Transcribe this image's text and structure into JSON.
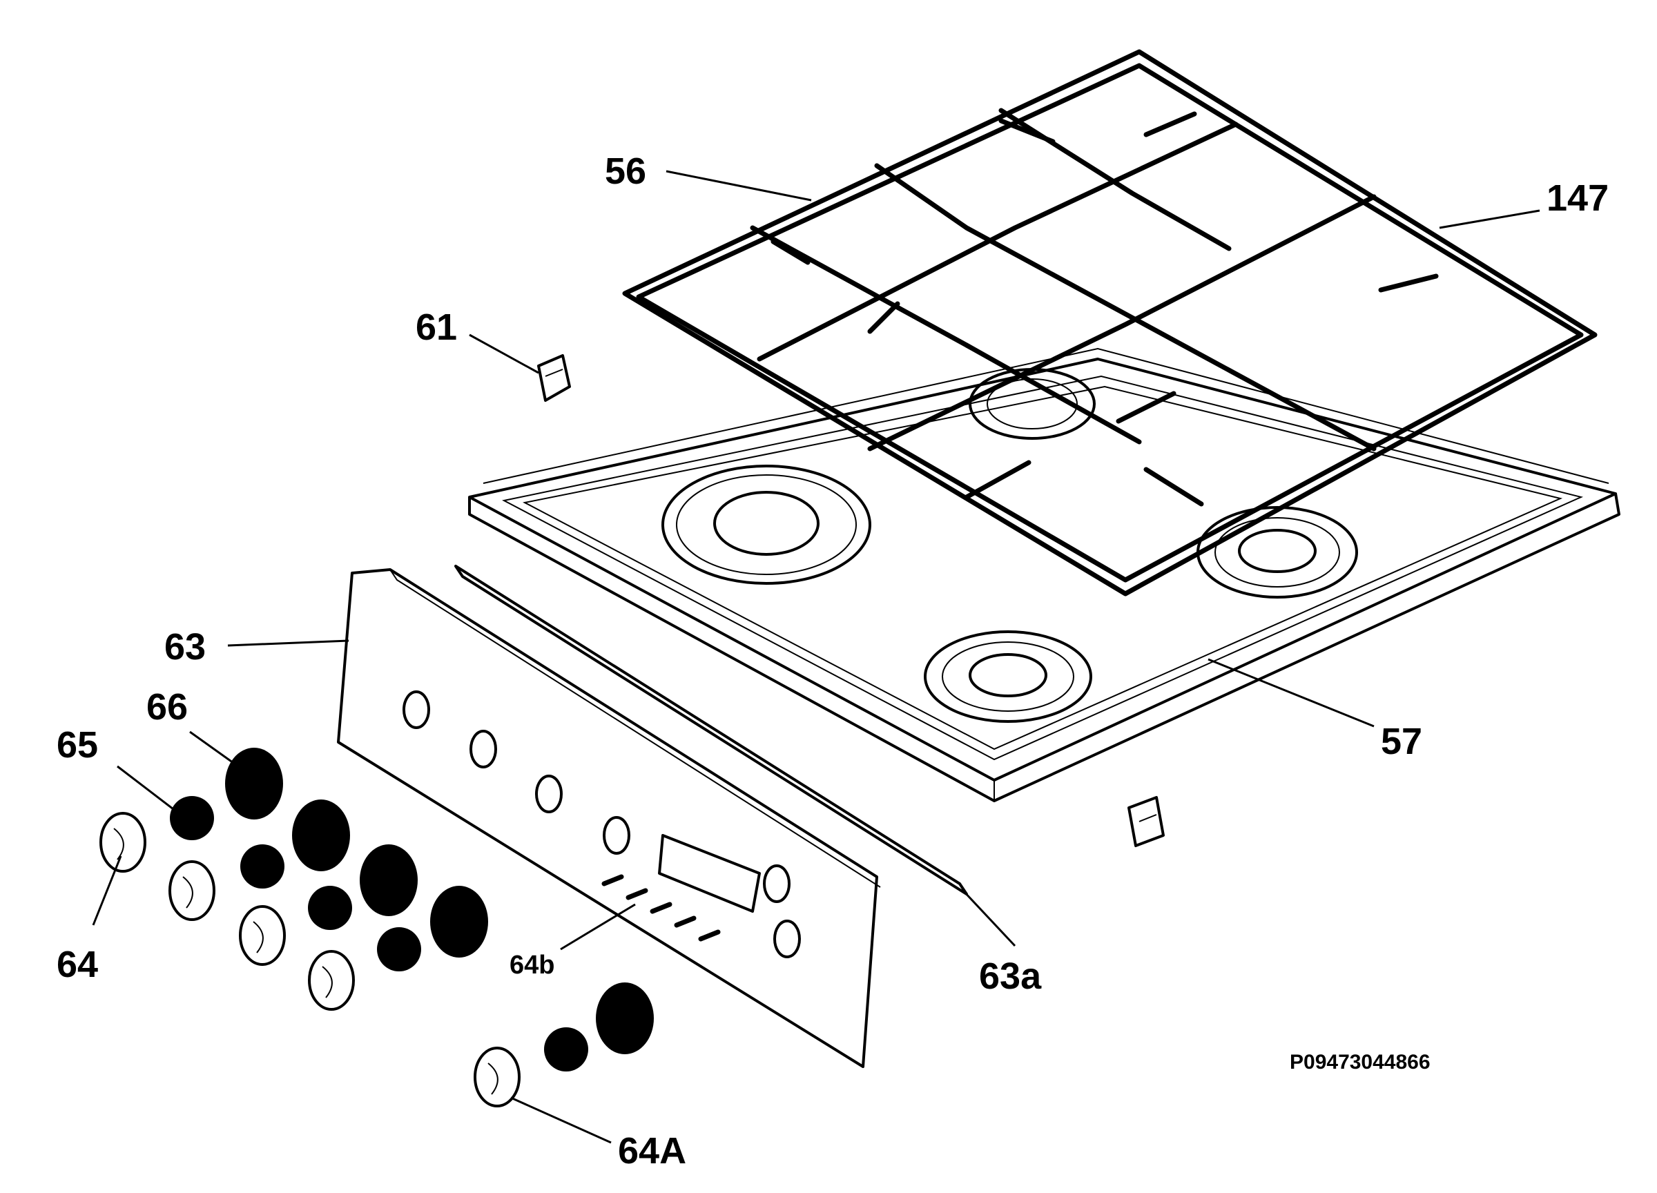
{
  "labels": {
    "p56": "56",
    "p147": "147",
    "p61": "61",
    "p63": "63",
    "p66": "66",
    "p65": "65",
    "p57": "57",
    "p64": "64",
    "p64b": "64b",
    "p63a": "63a",
    "p64A": "64A"
  },
  "reference_code": "P09473044866"
}
